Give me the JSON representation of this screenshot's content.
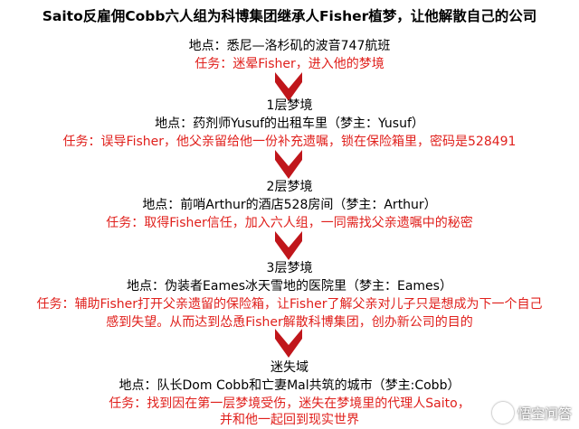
{
  "title": "Saito反雇佣Cobb六人组为科博集团继承人Fisher植梦，让他解散自己的公司",
  "intro": {
    "location": "地点：悉尼—洛杉矶的波音747航班",
    "task": "任务：迷晕Fisher，进入他的梦境"
  },
  "levels": [
    {
      "name": "1层梦境",
      "location": "地点：药剂师Yusuf的出租车里（梦主：Yusuf）",
      "task_lines": [
        "任务：误导Fisher，他父亲留给他一份补充遗嘱，锁在保险箱里，密码是528491"
      ]
    },
    {
      "name": "2层梦境",
      "location": "地点：前哨Arthur的酒店528房间（梦主：Arthur）",
      "task_lines": [
        "任务：取得Fisher信任，加入六人组，一同需找父亲遗嘱中的秘密"
      ]
    },
    {
      "name": "3层梦境",
      "location": "地点：伪装者Eames冰天雪地的医院里（梦主：Eames）",
      "task_lines": [
        "任务：辅助Fisher打开父亲遗留的保险箱，让Fisher了解父亲对儿子只是想成为下一个自己",
        "感到失望。从而达到怂恿Fisher解散科博集团，创办新公司的目的"
      ]
    },
    {
      "name": "迷失域",
      "location": "地点：队长Dom Cobb和亡妻Mal共筑的城市（梦主:Cobb）",
      "task_lines": [
        "任务：找到因在第一层梦境受伤，迷失在梦境里的代理人Saito，",
        "并和他一起回到现实世界"
      ]
    }
  ],
  "watermark": "悟空问答",
  "colors": {
    "task": "#e0201c",
    "arrow": "#c0161b"
  }
}
